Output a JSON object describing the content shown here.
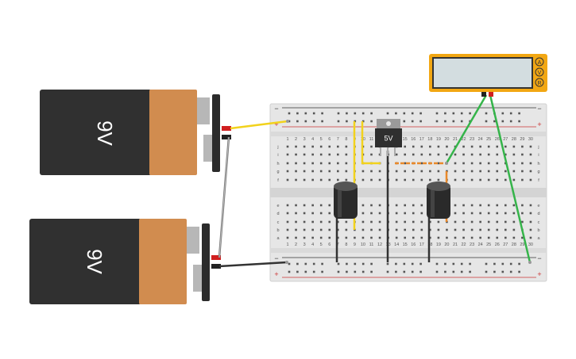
{
  "batteries": [
    {
      "label": "9V"
    },
    {
      "label": "9V"
    }
  ],
  "regulator": {
    "label": "5V"
  },
  "multimeter": {
    "modes": [
      "A",
      "V",
      "R"
    ]
  },
  "breadboard": {
    "rail_minus": "−",
    "rail_plus": "+",
    "rows_top": [
      "j",
      "i",
      "h",
      "g",
      "f"
    ],
    "rows_bottom": [
      "e",
      "d",
      "c",
      "b",
      "a"
    ],
    "columns": [
      "1",
      "2",
      "3",
      "4",
      "5",
      "6",
      "7",
      "8",
      "9",
      "10",
      "11",
      "12",
      "13",
      "14",
      "15",
      "16",
      "17",
      "18",
      "19",
      "20",
      "21",
      "22",
      "23",
      "24",
      "25",
      "26",
      "27",
      "28",
      "29",
      "30"
    ]
  },
  "colors": {
    "battery_body": "#303030",
    "battery_label": "#d18c4f",
    "breadboard": "#e8e8e8",
    "wire_yellow": "#f2d21c",
    "wire_green": "#35b44a",
    "wire_orange": "#e9892a",
    "wire_black": "#333333",
    "meter_case": "#f2a713",
    "meter_screen": "#d3dde0"
  }
}
